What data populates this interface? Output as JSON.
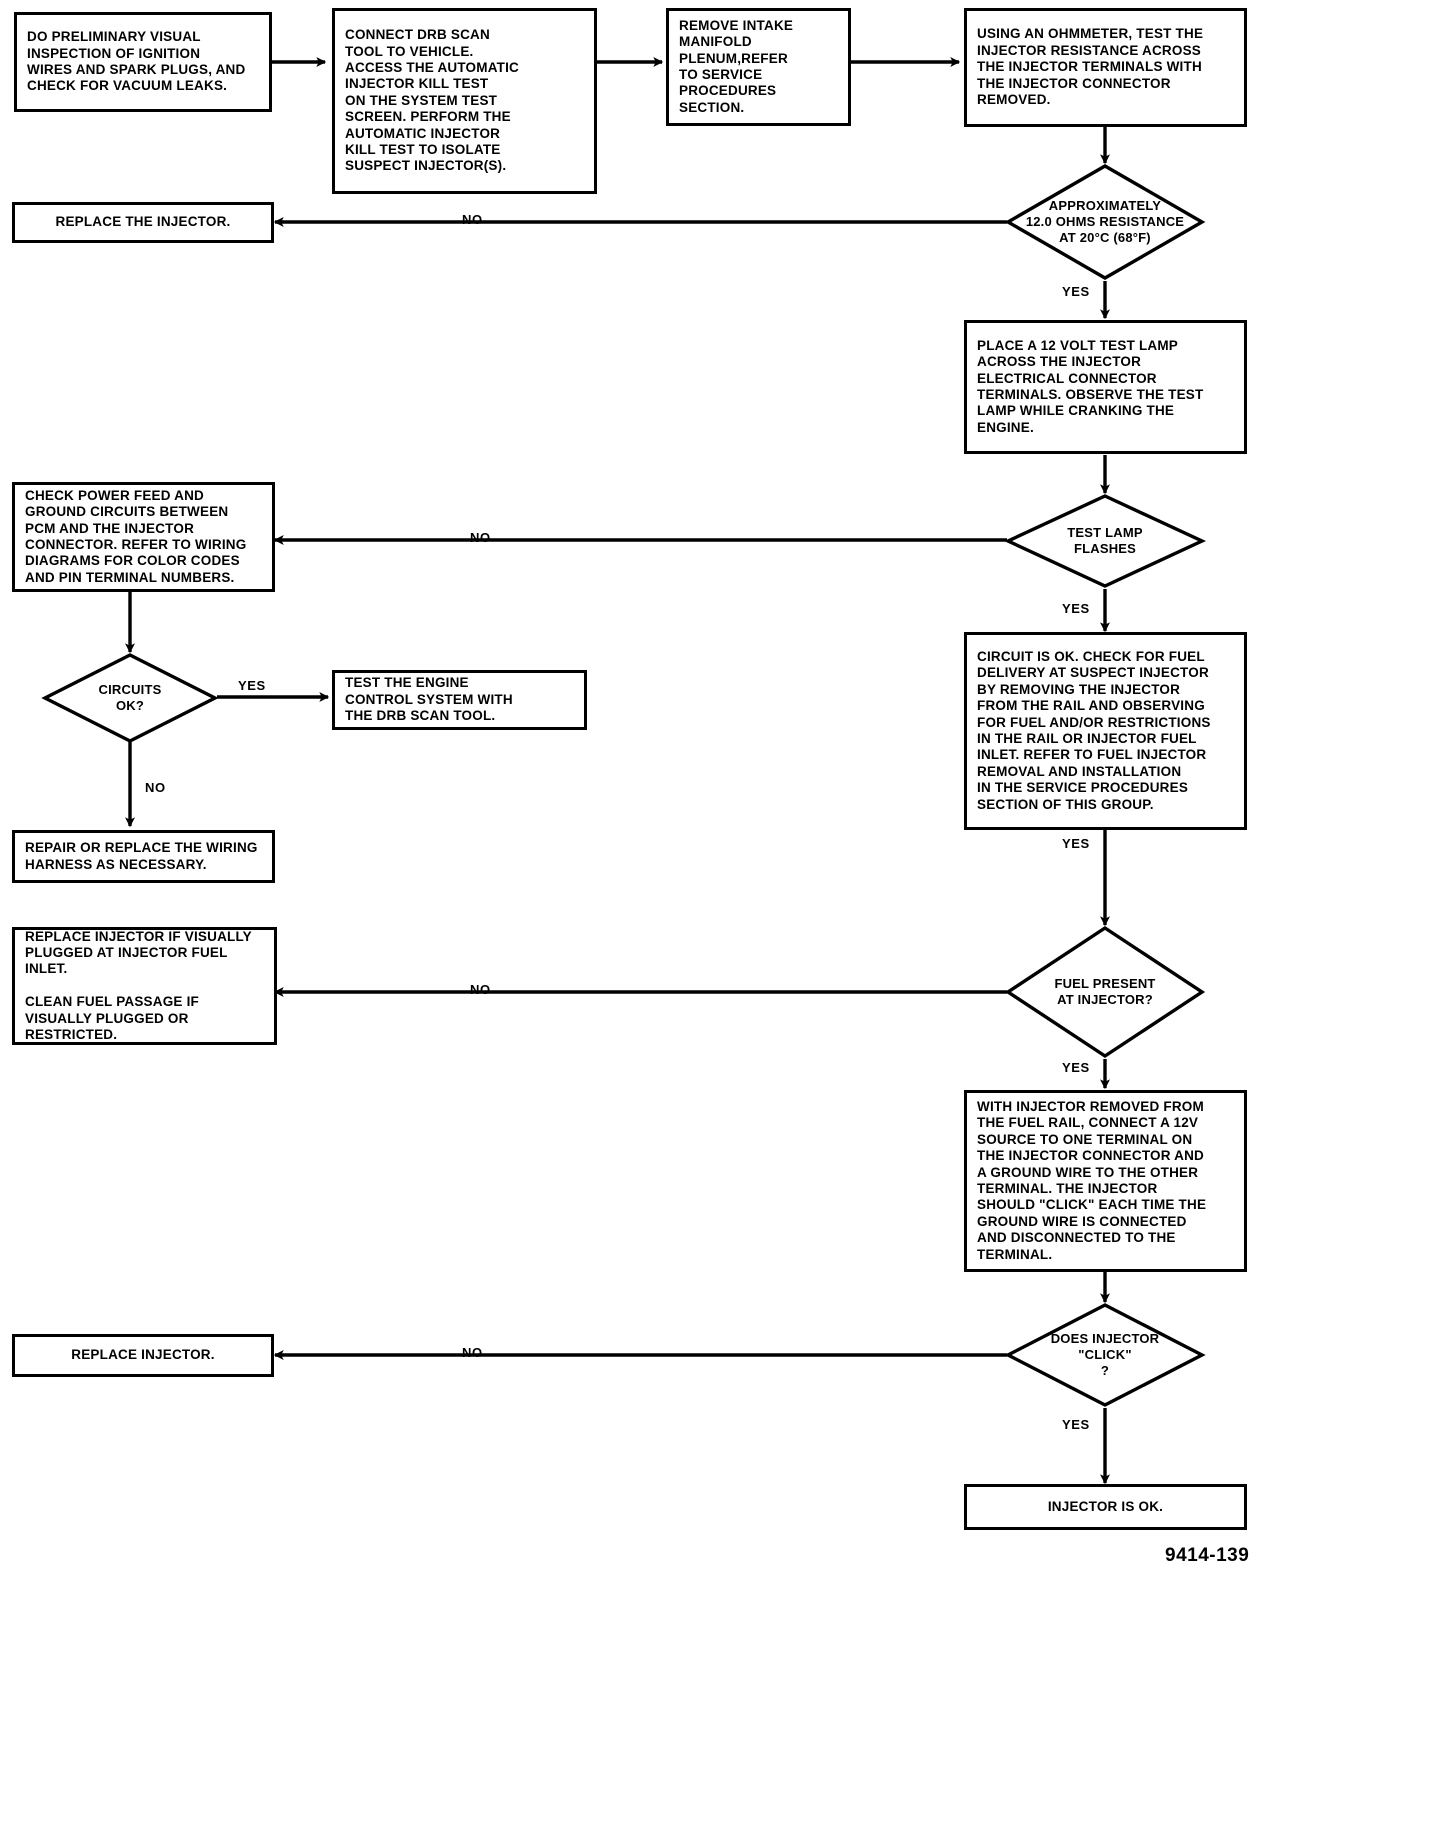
{
  "figure": {
    "number": "9414-139"
  },
  "nodes": {
    "n1": {
      "name": "preliminary-visual-inspection",
      "text": "DO PRELIMINARY VISUAL\nINSPECTION OF IGNITION\nWIRES AND SPARK PLUGS, AND\nCHECK FOR VACUUM LEAKS."
    },
    "n2": {
      "name": "connect-drb-scan-tool",
      "text": "CONNECT DRB SCAN\nTOOL TO VEHICLE.\nACCESS THE AUTOMATIC\nINJECTOR KILL TEST\nON THE SYSTEM TEST\nSCREEN. PERFORM THE\nAUTOMATIC INJECTOR\nKILL TEST TO ISOLATE\nSUSPECT INJECTOR(S)."
    },
    "n3": {
      "name": "remove-intake-manifold-plenum",
      "text": "REMOVE INTAKE\nMANIFOLD\nPLENUM,REFER\nTO SERVICE\nPROCEDURES\nSECTION."
    },
    "n4": {
      "name": "test-injector-resistance",
      "text": "USING AN OHMMETER, TEST THE\nINJECTOR RESISTANCE ACROSS\nTHE INJECTOR TERMINALS WITH\nTHE INJECTOR CONNECTOR\nREMOVED."
    },
    "d1": {
      "name": "resistance-decision",
      "text": "APPROXIMATELY\n12.0 OHMS RESISTANCE\nAT 20°C (68°F)"
    },
    "n5": {
      "name": "replace-the-injector",
      "text": "REPLACE THE INJECTOR."
    },
    "n6": {
      "name": "place-12-volt-test-lamp",
      "text": "PLACE A 12 VOLT TEST LAMP\nACROSS THE INJECTOR\nELECTRICAL CONNECTOR\nTERMINALS. OBSERVE THE TEST\nLAMP WHILE CRANKING THE\nENGINE."
    },
    "d2": {
      "name": "test-lamp-flashes-decision",
      "text": "TEST LAMP\nFLASHES"
    },
    "n7": {
      "name": "check-power-feed-and-ground",
      "text": "CHECK POWER FEED AND\nGROUND CIRCUITS BETWEEN\nPCM  AND THE INJECTOR\nCONNECTOR. REFER TO WIRING\nDIAGRAMS FOR COLOR CODES\nAND PIN TERMINAL NUMBERS."
    },
    "d3": {
      "name": "circuits-ok-decision",
      "text": "CIRCUITS\nOK?"
    },
    "n8": {
      "name": "test-engine-control-system",
      "text": "TEST THE ENGINE\nCONTROL SYSTEM WITH\nTHE DRB SCAN TOOL."
    },
    "n9": {
      "name": "repair-or-replace-wiring-harness",
      "text": "REPAIR OR REPLACE THE WIRING\nHARNESS AS NECESSARY."
    },
    "n10": {
      "name": "circuit-is-ok-check-fuel-delivery",
      "text": "CIRCUIT IS OK. CHECK FOR FUEL\nDELIVERY AT SUSPECT INJECTOR\nBY REMOVING THE INJECTOR\nFROM THE RAIL AND OBSERVING\nFOR FUEL AND/OR RESTRICTIONS\nIN THE RAIL OR INJECTOR FUEL\nINLET. REFER TO FUEL INJECTOR\nREMOVAL AND INSTALLATION\nIN THE SERVICE PROCEDURES\nSECTION OF THIS GROUP."
    },
    "d4": {
      "name": "fuel-present-decision",
      "text": "FUEL PRESENT\nAT INJECTOR?"
    },
    "n11": {
      "name": "replace-injector-if-plugged",
      "text": "REPLACE INJECTOR IF VISUALLY\nPLUGGED AT INJECTOR FUEL\nINLET.\n\nCLEAN FUEL PASSAGE IF\nVISUALLY PLUGGED OR RESTRICTED."
    },
    "n12": {
      "name": "connect-12v-source-click-test",
      "text": "WITH INJECTOR REMOVED FROM\nTHE FUEL RAIL, CONNECT A 12V\nSOURCE TO ONE TERMINAL ON\nTHE INJECTOR CONNECTOR AND\nA GROUND WIRE TO THE OTHER\nTERMINAL. THE INJECTOR\nSHOULD \"CLICK\" EACH TIME THE\nGROUND WIRE IS CONNECTED\nAND DISCONNECTED TO THE\nTERMINAL."
    },
    "d5": {
      "name": "does-injector-click-decision",
      "text": "DOES INJECTOR\n\"CLICK\"\n?"
    },
    "n13": {
      "name": "replace-injector",
      "text": "REPLACE INJECTOR."
    },
    "n14": {
      "name": "injector-is-ok",
      "text": "INJECTOR IS OK."
    }
  },
  "edge_labels": {
    "e1": {
      "name": "resistance-no-label",
      "text": "NO"
    },
    "e2": {
      "name": "resistance-yes-label",
      "text": "YES"
    },
    "e3": {
      "name": "test-lamp-no-label",
      "text": "NO"
    },
    "e4": {
      "name": "test-lamp-yes-label",
      "text": "YES"
    },
    "e5": {
      "name": "circuits-yes-label",
      "text": "YES"
    },
    "e6": {
      "name": "circuits-no-label",
      "text": "NO"
    },
    "e7": {
      "name": "fuel-delivery-yes-label",
      "text": "YES"
    },
    "e8": {
      "name": "fuel-present-no-label",
      "text": "NO"
    },
    "e9": {
      "name": "fuel-present-yes-label",
      "text": "YES"
    },
    "e10": {
      "name": "click-no-label",
      "text": "NO"
    },
    "e11": {
      "name": "click-yes-label",
      "text": "YES"
    }
  },
  "colors": {
    "ink": "#000000",
    "paper": "#ffffff"
  }
}
